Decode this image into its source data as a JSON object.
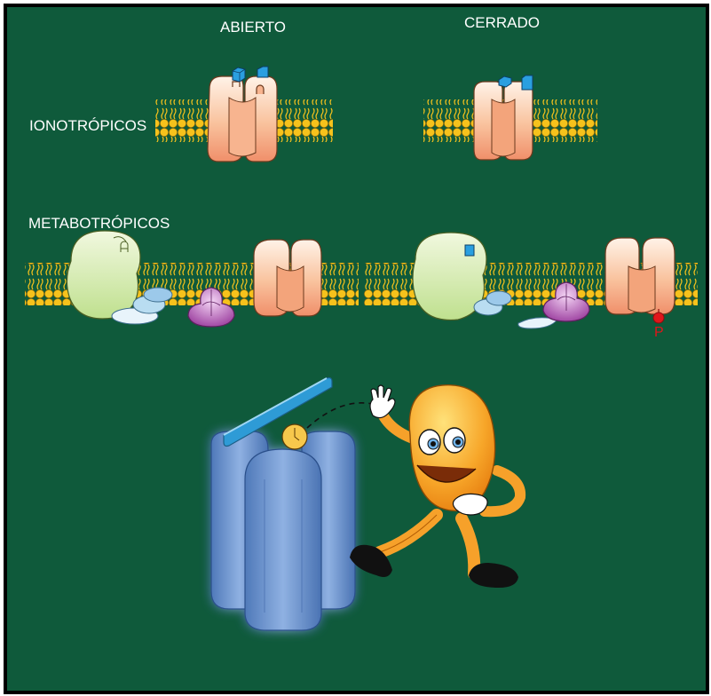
{
  "labels": {
    "open": "ABIERTO",
    "closed": "CERRADO",
    "ionotropic": "IONOTRÓPICOS",
    "metabotropic": "METABOTRÓPICOS",
    "phospho": "P"
  },
  "colors": {
    "background": "#0f5a3b",
    "lipid_head": "#f6c21c",
    "channel": "#f7b48f",
    "receptor": "#d7ecb0",
    "gprotein_alpha": "#b9ddf1",
    "effector": "#c47ac6",
    "ligand": "#2a9fe0",
    "phosphate": "#e0161b",
    "big_channel": "#5d86c4",
    "character": "#f6a12a"
  }
}
